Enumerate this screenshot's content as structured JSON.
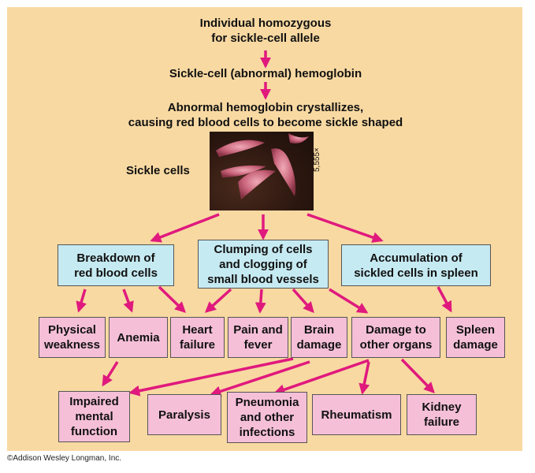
{
  "header": {
    "line1": "Individual homozygous",
    "line2": "for sickle-cell allele"
  },
  "hemoglobin": "Sickle-cell (abnormal) hemoglobin",
  "crystallizes": {
    "line1": "Abnormal hemoglobin crystallizes,",
    "line2": "causing red blood cells to become sickle shaped"
  },
  "sickle_label": "Sickle cells",
  "magnification": "5,555×",
  "level1": {
    "breakdown": "Breakdown of\nred blood cells",
    "clumping": "Clumping of cells\nand clogging of\nsmall blood vessels",
    "accumulation": "Accumulation of\nsickled cells in spleen"
  },
  "level2": {
    "physical_weakness": "Physical\nweakness",
    "anemia": "Anemia",
    "heart_failure": "Heart\nfailure",
    "pain_fever": "Pain and\nfever",
    "brain_damage": "Brain\ndamage",
    "other_organs": "Damage to\nother organs",
    "spleen_damage": "Spleen\ndamage"
  },
  "level3": {
    "impaired_mental": "Impaired\nmental\nfunction",
    "paralysis": "Paralysis",
    "pneumonia": "Pneumonia\nand other\ninfections",
    "rheumatism": "Rheumatism",
    "kidney_failure": "Kidney\nfailure"
  },
  "copyright": "©Addison Wesley Longman, Inc.",
  "colors": {
    "background": "#f8d9a2",
    "arrow": "#e0197d",
    "cause_box": "#c6eaf2",
    "effect_box": "#f5bfd8"
  }
}
